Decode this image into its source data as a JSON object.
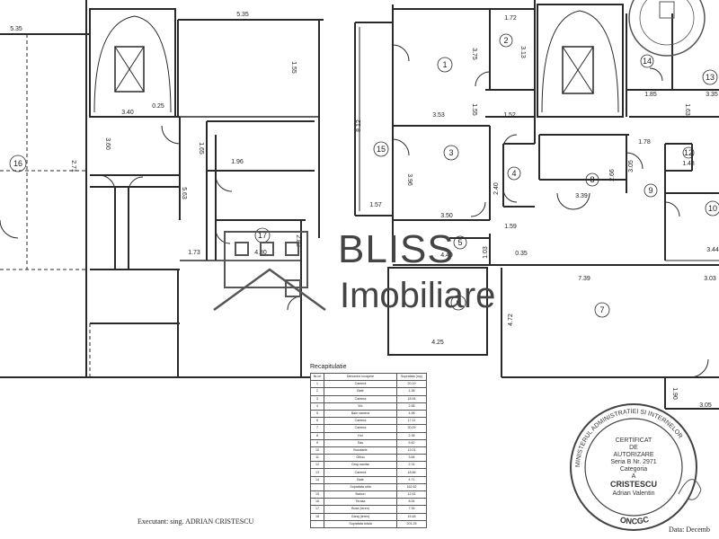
{
  "watermark": {
    "line1": "BLISS",
    "line2": "Imobiliare"
  },
  "rooms": [
    "1",
    "2",
    "3",
    "4",
    "5",
    "6",
    "7",
    "8",
    "9",
    "10",
    "12",
    "13",
    "14",
    "15",
    "16",
    "17"
  ],
  "dimensions": [
    "5.35",
    "5.35",
    "1.72",
    "3.40",
    "0.25",
    "3.60",
    "2.71",
    "1.65",
    "1.96",
    "5.63",
    "1.55",
    "8.12",
    "3.75",
    "3.13",
    "3.53",
    "1.55",
    "1.52",
    "3.96",
    "2.40",
    "3.50",
    "1.59",
    "1.57",
    "3.39",
    "2.66",
    "3.05",
    "1.78",
    "1.85",
    "3.35",
    "1.63",
    "1.48",
    "4.40",
    "3.44",
    "1.03",
    "7.39",
    "3.03",
    "4.25",
    "4.72",
    "1.90",
    "3.05",
    "1.73",
    "4.80",
    "2.82",
    "0.35"
  ],
  "recap": {
    "title": "Recapitulatie",
    "headers": [
      "Nr.crt",
      "Denumire incapere",
      "Suprafata (mp)"
    ],
    "rows": [
      [
        "1",
        "Camera",
        "20.19"
      ],
      [
        "2",
        "Baie",
        "1.38"
      ],
      [
        "3",
        "Camera",
        "18.94"
      ],
      [
        "4",
        "Wc",
        "2.58"
      ],
      [
        "5",
        "Baie camera",
        "4.98"
      ],
      [
        "6",
        "Camera",
        "17.11"
      ],
      [
        "7",
        "Camera",
        "30.09"
      ],
      [
        "8",
        "Hol",
        "2.38"
      ],
      [
        "9",
        "Sas",
        "5.42"
      ],
      [
        "10",
        "Bucatarie",
        "13.01"
      ],
      [
        "11",
        "Oficiu",
        "3.84"
      ],
      [
        "12",
        "Grup sanitar",
        "2.31"
      ],
      [
        "13",
        "Camera",
        "18.66"
      ],
      [
        "14",
        "Baie",
        "4.71"
      ],
      [
        "",
        "Suprafata utila",
        "162.62"
      ],
      [
        "15",
        "Balcon",
        "12.51"
      ],
      [
        "16",
        "Terasa",
        "8.54"
      ],
      [
        "17",
        "Boxa (teren)",
        "7.35"
      ],
      [
        "18",
        "Garaj (teren)",
        "15.48"
      ],
      [
        "",
        "Suprafata totala",
        "201.25"
      ]
    ]
  },
  "executant": "Executant: sing. ADRIAN CRISTESCU",
  "date_label": "Data: Decemb",
  "stamp": {
    "ring_top": "MINISTERUL ADMINISTRATIEI SI INTERNELOR",
    "ring_bottom": "ONCGC",
    "lines": [
      "CERTIFICAT",
      "DE",
      "AUTORIZARE",
      "Seria B Nr. 2971",
      "Categoria",
      "A",
      "CRISTESCU",
      "Adrian Valentin"
    ]
  }
}
